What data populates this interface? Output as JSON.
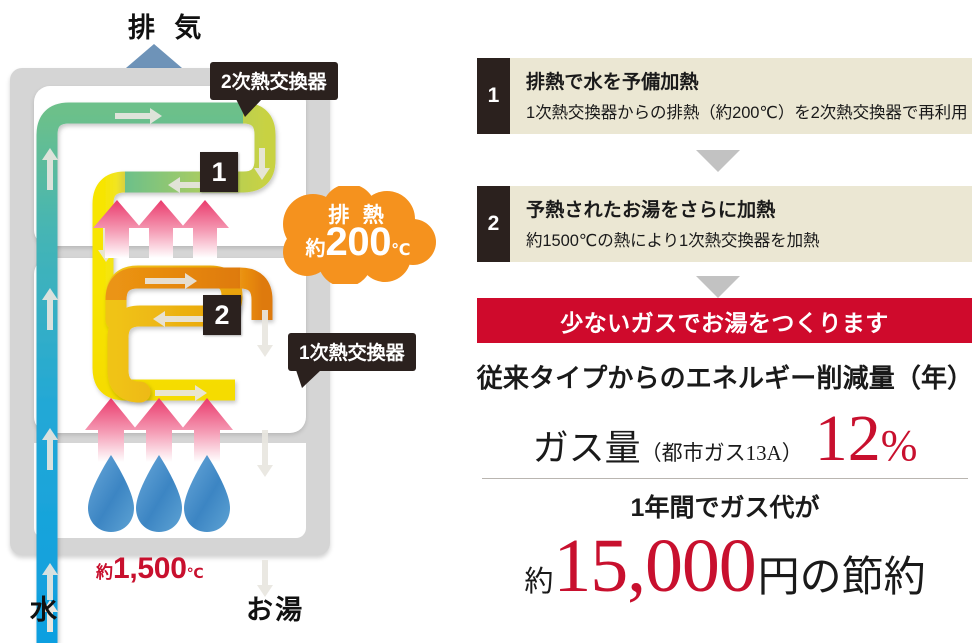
{
  "diagram": {
    "exhaust_label": "排 気",
    "water_label": "水",
    "hotwater_label": "お湯",
    "callout_secondary": "2次熱交換器",
    "callout_primary": "1次熱交換器",
    "badge_1": "1",
    "badge_2": "2",
    "cloud": {
      "line1": "排 熱",
      "prefix": "約",
      "value": "200",
      "unit": "℃"
    },
    "flame_temp": {
      "prefix": "約",
      "value": "1,500",
      "unit": "℃"
    },
    "colors": {
      "exhaust_arrow": "#6e93b8",
      "housing": "#d5d5d5",
      "cloud": "#f5921e",
      "badge": "#2b211e",
      "water_pipe_cold": "#1ba3dd",
      "water_pipe_warm": "#5cb9a0",
      "preheat_pipe": "#f4e000",
      "hot_pipe": "#e98a12",
      "hotwater_pipe": "#c8102e",
      "flame_arrow": "#ec4a78",
      "droplet": "#3f86c4"
    }
  },
  "steps": [
    {
      "number": "1",
      "title": "排熱で水を予備加熱",
      "desc": "1次熱交換器からの排熱（約200℃）を2次熱交換器で再利用"
    },
    {
      "number": "2",
      "title": "予熱されたお湯をさらに加熱",
      "desc": "約1500℃の熱により1次熱交換器を加熱"
    }
  ],
  "banner": {
    "text": "少ないガスでお湯をつくります",
    "color": "#cf0a2c"
  },
  "result": {
    "reduction_title": "従来タイプからのエネルギー削減量（年）",
    "gas_label": "ガス量",
    "gas_sub": "（都市ガス13A）",
    "percent_value": "12",
    "percent_symbol": "%",
    "year_line": "1年間でガス代が",
    "save_prefix": "約",
    "save_amount": "15,000",
    "save_suffix": "円の節約",
    "accent_color": "#c8102e"
  }
}
